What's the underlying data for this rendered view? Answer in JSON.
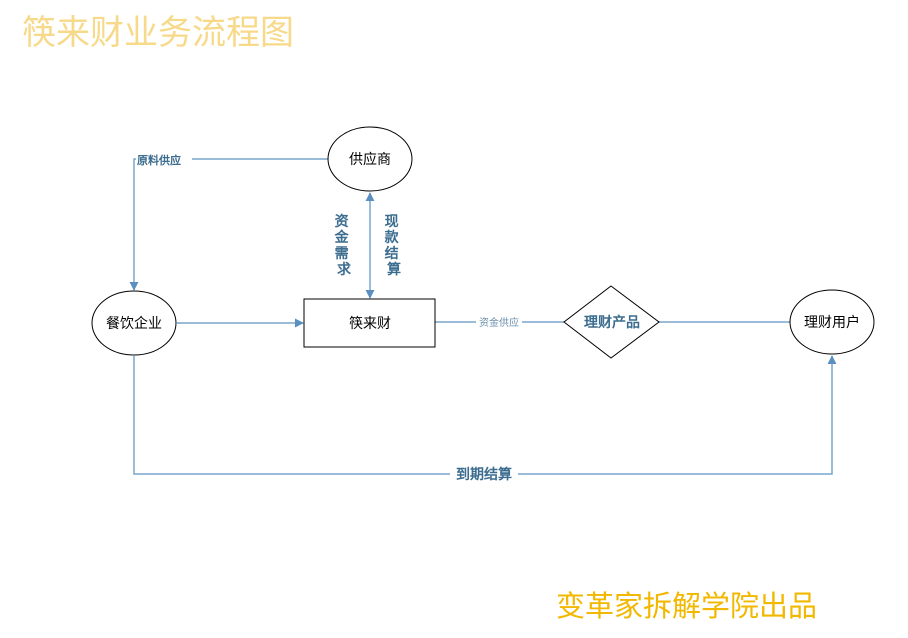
{
  "title": "筷来财业务流程图",
  "credit": "变革家拆解学院出品",
  "nodes": {
    "supplier": "供应商",
    "restaurant": "餐饮企业",
    "kuailaicai": "筷来财",
    "wealth_product": "理财产品",
    "wealth_user": "理财用户"
  },
  "edges": {
    "raw_supply": "原料供应",
    "fund_demand": "资金需求",
    "cash_settlement": "现款结算",
    "fund_supply": "资金供应",
    "maturity_settlement": "到期结算"
  },
  "colors": {
    "line": "#78a6cc",
    "label": "#3c6d8f",
    "title": "#f7d98a",
    "credit": "#f2b800"
  }
}
